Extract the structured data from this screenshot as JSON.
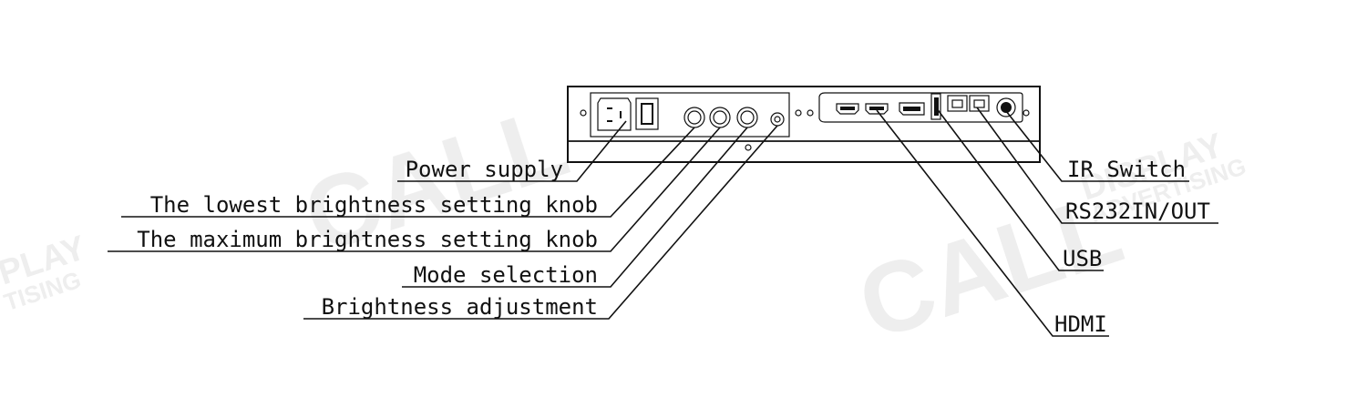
{
  "labels_left": [
    "Power supply",
    "The lowest brightness setting knob",
    "The maximum brightness setting knob",
    "Mode selection",
    "Brightness adjustment"
  ],
  "labels_right": [
    "IR Switch",
    "RS232IN/OUT",
    "USB",
    "HDMI"
  ],
  "watermark": {
    "brand": "CALL",
    "word1": "DISPLAY",
    "word2": "ADVERTISING",
    "partial_left_1": "PLAY",
    "partial_left_2": "TISING"
  }
}
